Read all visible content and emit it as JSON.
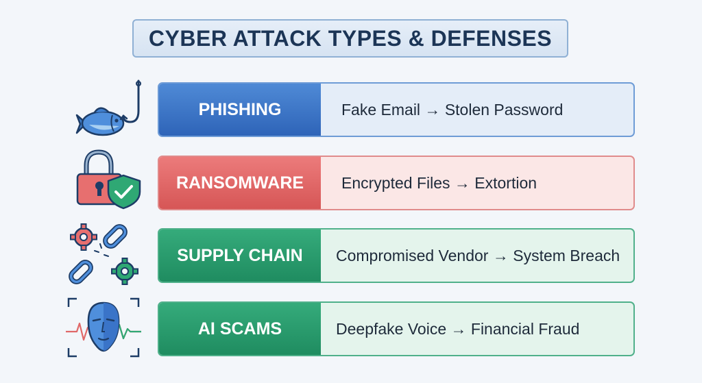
{
  "title": "CYBER ATTACK TYPES & DEFENSES",
  "rows": [
    {
      "label": "PHISHING",
      "description": "Fake Email → Stolen Password",
      "icon": "fish-hook-icon"
    },
    {
      "label": "RANSOMWARE",
      "description": "Encrypted Files → Extortion",
      "icon": "padlock-shield-icon"
    },
    {
      "label": "SUPPLY CHAIN",
      "description": "Compromised Vendor → System Breach",
      "icon": "broken-chain-gears-icon"
    },
    {
      "label": "AI SCAMS",
      "description": "Deepfake Voice → Financial Fraud",
      "icon": "deepfake-face-icon"
    }
  ],
  "colors": {
    "phishing": "#3a74c8",
    "ransomware": "#e06868",
    "supply_chain": "#26996b",
    "ai_scams": "#26996b",
    "title_text": "#1c3556"
  }
}
